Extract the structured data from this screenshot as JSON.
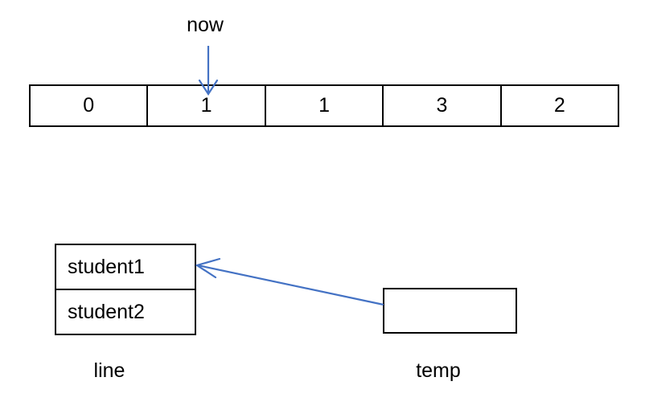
{
  "diagram": {
    "title": "array-and-queue-state-diagram",
    "accent_color": "#4472C4",
    "stroke_color": "#000000",
    "background": "#ffffff"
  },
  "array": {
    "name": "array-row",
    "cells": [
      {
        "value": "0"
      },
      {
        "value": "1"
      },
      {
        "value": "1"
      },
      {
        "value": "3"
      },
      {
        "value": "2"
      }
    ]
  },
  "pointers": {
    "now": {
      "label": "now",
      "points_to_cell_index": 1,
      "color": "#4472C4"
    }
  },
  "line_box": {
    "label": "line",
    "rows": [
      {
        "value": "student1"
      },
      {
        "value": "student2"
      }
    ]
  },
  "temp_box": {
    "label": "temp",
    "value": ""
  },
  "connector": {
    "from": "temp-box",
    "to": "line-box-row-student1",
    "color": "#4472C4"
  }
}
